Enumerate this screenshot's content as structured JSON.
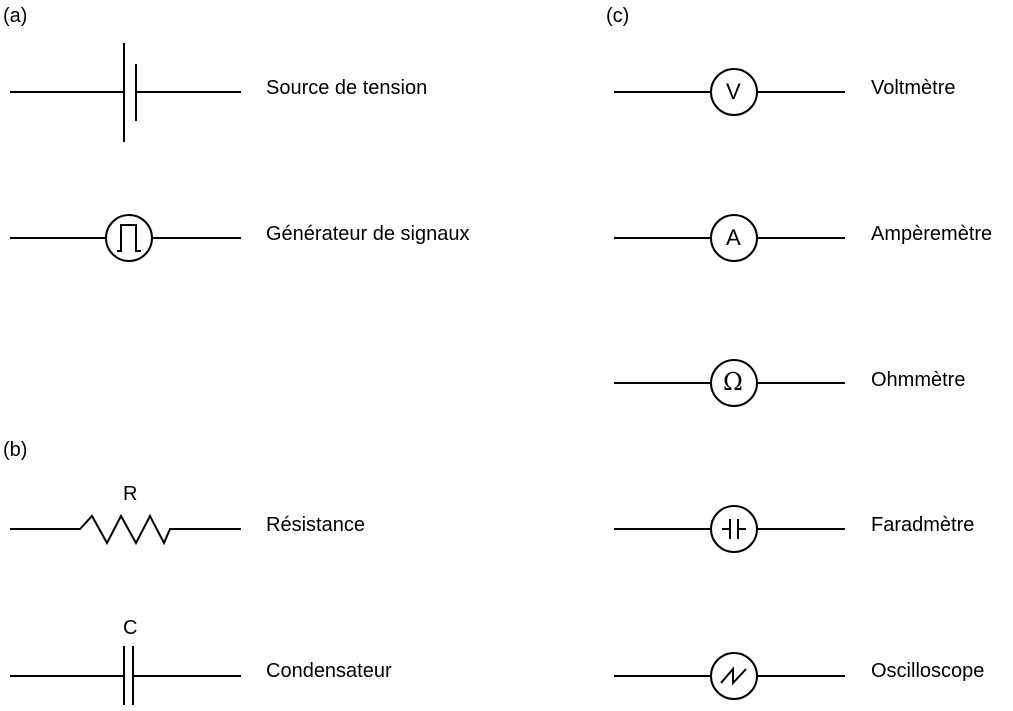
{
  "sections": {
    "a": "(a)",
    "b": "(b)",
    "c": "(c)"
  },
  "components": {
    "voltage_source": "Source de tension",
    "signal_generator": "Générateur de signaux",
    "resistor": "Résistance",
    "resistor_symbol": "R",
    "capacitor": "Condensateur",
    "capacitor_symbol": "C",
    "voltmeter": "Voltmètre",
    "voltmeter_symbol": "V",
    "ammeter": "Ampèremètre",
    "ammeter_symbol": "A",
    "ohmmeter": "Ohmmètre",
    "ohmmeter_symbol": "Ω",
    "faradmeter": "Faradmètre",
    "oscilloscope": "Oscilloscope"
  }
}
